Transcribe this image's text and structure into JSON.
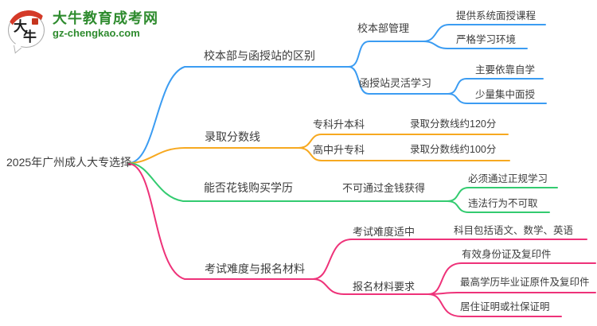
{
  "logo": {
    "title": "大牛教育成考网",
    "url": "gz-chengkao.com",
    "mark_chars": [
      "大",
      "牛"
    ],
    "colors": {
      "green": "#2e8b2e",
      "red": "#d43a28"
    }
  },
  "mindmap": {
    "root": "2025年广州成人大专选择",
    "text_color": "#3c3c3c",
    "branches": [
      {
        "label": "校本部与函授站的区别",
        "color": "#3b9cf2",
        "children": [
          {
            "label": "校本部管理",
            "children": [
              {
                "label": "提供系统面授课程"
              },
              {
                "label": "严格学习环境"
              }
            ]
          },
          {
            "label": "函授站灵活学习",
            "children": [
              {
                "label": "主要依靠自学"
              },
              {
                "label": "少量集中面授"
              }
            ]
          }
        ]
      },
      {
        "label": "录取分数线",
        "color": "#f7a920",
        "children": [
          {
            "label": "专科升本科",
            "children": [
              {
                "label": "录取分数线约120分"
              }
            ]
          },
          {
            "label": "高中升专科",
            "children": [
              {
                "label": "录取分数线约100分"
              }
            ]
          }
        ]
      },
      {
        "label": "能否花钱购买学历",
        "color": "#33cb70",
        "children": [
          {
            "label": "不可通过金钱获得",
            "children": [
              {
                "label": "必须通过正规学习"
              },
              {
                "label": "违法行为不可取"
              }
            ]
          }
        ]
      },
      {
        "label": "考试难度与报名材料",
        "color": "#ee3279",
        "children": [
          {
            "label": "考试难度适中",
            "children": [
              {
                "label": "科目包括语文、数学、英语"
              }
            ]
          },
          {
            "label": "报名材料要求",
            "children": [
              {
                "label": "有效身份证及复印件"
              },
              {
                "label": "最高学历毕业证原件及复印件"
              },
              {
                "label": "居住证明或社保证明"
              }
            ]
          }
        ]
      }
    ]
  }
}
